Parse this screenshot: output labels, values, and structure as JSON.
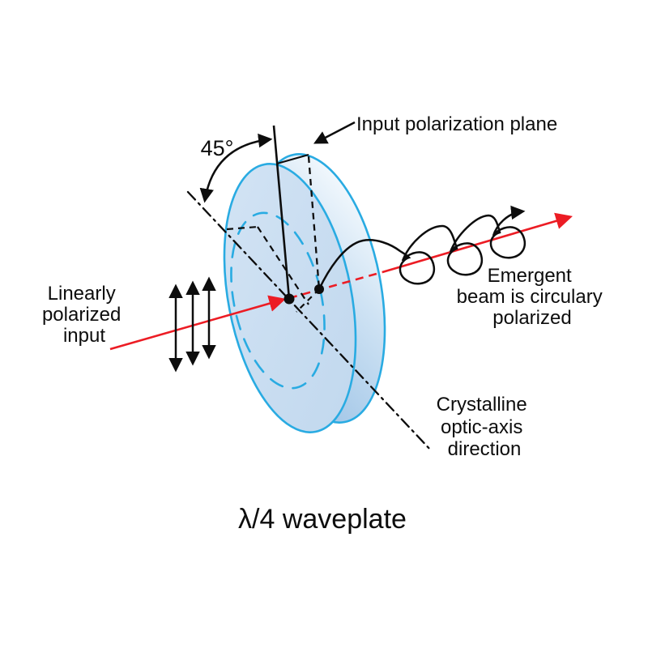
{
  "diagram": {
    "title": "λ/4 waveplate",
    "angle_label": "45°",
    "input_plane_label": "Input polarization plane",
    "linear_input": {
      "lines": [
        "Linearly",
        "polarized",
        "input"
      ]
    },
    "emergent": {
      "lines": [
        "Emergent",
        "beam is circulary",
        "polarized"
      ]
    },
    "optic_axis": {
      "lines": [
        "Crystalline",
        "optic-axis",
        "direction"
      ]
    },
    "colors": {
      "beam_red": "#ec1c24",
      "waveplate_outline_blue": "#29abe2",
      "waveplate_face_fill": "#c9ddf1",
      "line_black": "#000000"
    }
  }
}
